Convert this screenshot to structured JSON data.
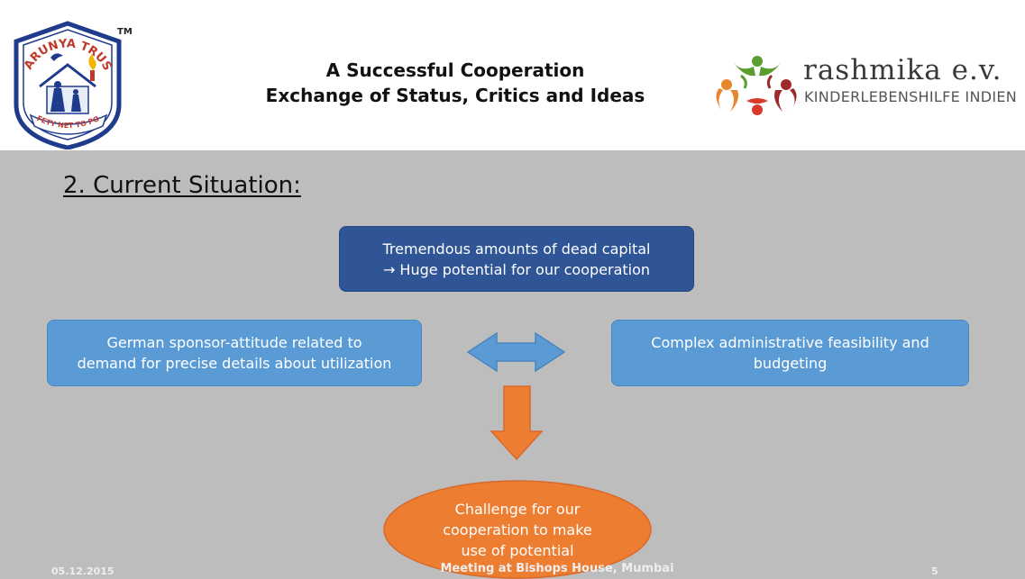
{
  "header": {
    "title_line1": "A Successful Cooperation",
    "title_line2": "Exchange of Status, Critics and Ideas",
    "left_logo": {
      "icon": "karunya-trust-emblem",
      "text_top": "KARUNYA TRUST",
      "tm": "TM",
      "text_bottom": "SAFETY NET TO POOR"
    },
    "right_logo": {
      "icon": "rashmika-children-emblem",
      "wordmark": "rashmika e.v.",
      "tagline": "KINDERLEBENSHILFE INDIEN"
    }
  },
  "slide": {
    "section_title": "2. Current Situation:",
    "box_top": "Tremendous amounts of dead capital\n→ Huge potential for our cooperation",
    "box_left": "German sponsor-attitude related to\ndemand for precise details about utilization",
    "box_right": "Complex administrative feasibility and\nbudgeting",
    "ellipse": "Challenge for our\ncooperation to make\nuse of potential"
  },
  "footer": {
    "date": "05.12.2015",
    "center": "Meeting at Bishops House, Mumbai",
    "page": "5"
  },
  "colors": {
    "dark_blue": "#2f5597",
    "light_blue": "#5b9bd5",
    "orange": "#ed7d31",
    "slide_bg": "#bdbdbd"
  }
}
